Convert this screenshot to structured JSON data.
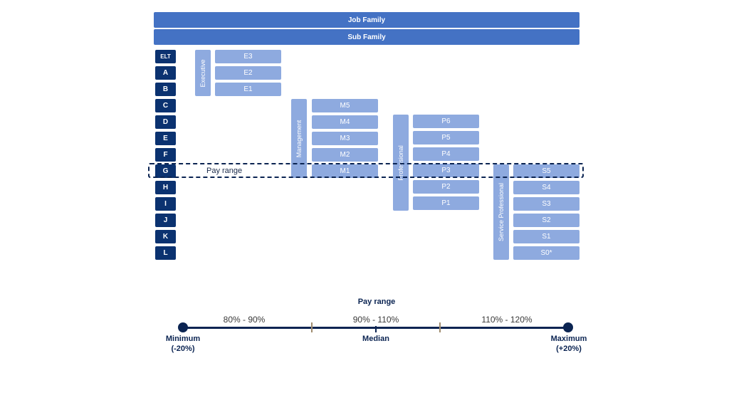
{
  "header": {
    "job_family": "Job Family",
    "sub_family": "Sub Family"
  },
  "grades": [
    "ELT",
    "A",
    "B",
    "C",
    "D",
    "E",
    "F",
    "G",
    "H",
    "I",
    "J",
    "K",
    "L"
  ],
  "families": {
    "executive": {
      "name": "Executive",
      "levels": [
        "E3",
        "E2",
        "E1"
      ]
    },
    "management": {
      "name": "Management",
      "levels": [
        "M5",
        "M4",
        "M3",
        "M2",
        "M1"
      ]
    },
    "professional": {
      "name": "Professional",
      "levels": [
        "P6",
        "P5",
        "P4",
        "P3",
        "P2",
        "P1"
      ]
    },
    "service": {
      "name": "Service Professional",
      "levels": [
        "S5",
        "S4",
        "S3",
        "S2",
        "S1",
        "S0*"
      ]
    }
  },
  "pay_range_row_label": "Pay range",
  "scale": {
    "title": "Pay range",
    "segments": [
      "80% - 90%",
      "90% - 110%",
      "110% - 120%"
    ],
    "minimum": "Minimum",
    "minimum_pct": "(-20%)",
    "median": "Median",
    "maximum": "Maximum",
    "maximum_pct": "(+20%)"
  }
}
